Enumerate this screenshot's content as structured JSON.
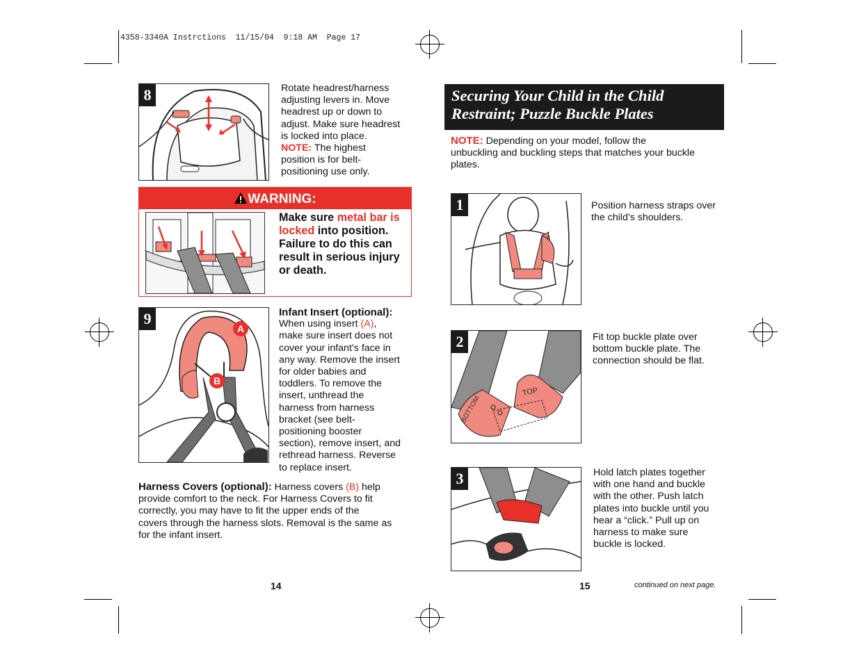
{
  "slug": "4358-3340A Instrctions  11/15/04  9:18 AM  Page 17",
  "left_page": {
    "step8": {
      "number": "8",
      "text_lines": [
        "Rotate headrest/harness",
        "adjusting levers in.  Move",
        "headrest up or down to",
        "adjust. Make sure headrest",
        "is locked into place."
      ],
      "note_label": "NOTE:",
      "note_lines": [
        " The highest",
        "position is for belt-",
        "positioning use only."
      ]
    },
    "warning": {
      "title": "WARNING:",
      "text_a": "Make sure ",
      "text_red": "metal bar is locked",
      "text_b": " into position.  Failure to do this can result in serious injury or death."
    },
    "step9": {
      "number": "9",
      "label_a": "A",
      "label_b": "B",
      "heading": "Infant Insert (optional):",
      "line1_a": "When using insert ",
      "line1_red": "(A)",
      "line1_b": ",",
      "lines": [
        "make sure insert does not",
        "cover your infant’s face in",
        "any way. Remove the insert",
        "for older babies and",
        "toddlers. To remove the",
        "insert, unthread the",
        "harness from harness",
        "bracket (see belt-",
        "positioning booster",
        "section), remove insert, and",
        "rethread harness. Reverse",
        "to replace insert."
      ]
    },
    "harness_covers": {
      "heading": "Harness Covers (optional):",
      "text_a": " Harness covers ",
      "text_red": "(B)",
      "text_b": " help",
      "lines": [
        "provide comfort to the neck. For Harness Covers to fit",
        "correctly, you may have to fit the upper ends of the",
        "covers through the harness slots. Removal is the same as",
        "for the infant insert."
      ]
    },
    "page_number": "14"
  },
  "right_page": {
    "title_line1": "Securing Your Child in the Child",
    "title_line2": "Restraint; Puzzle Buckle Plates",
    "note_label": "NOTE:",
    "note_line1": "  Depending on your model, follow the",
    "note_lines": [
      "unbuckling and buckling steps that matches your buckle",
      "plates."
    ],
    "step1": {
      "number": "1",
      "lines": [
        "Position harness straps over",
        "the child’s shoulders."
      ]
    },
    "step2": {
      "number": "2",
      "label_top": "TOP",
      "label_bottom": "BOTTOM",
      "lines": [
        "Fit top buckle plate over",
        "bottom buckle plate.  The",
        "connection should be flat."
      ]
    },
    "step3": {
      "number": "3",
      "lines": [
        "Hold latch plates together",
        "with one hand and buckle",
        "with the other. Push latch",
        "plates into buckle until you",
        "hear a “click.” Pull up on",
        "harness to make sure",
        "buckle is locked."
      ]
    },
    "page_number": "15",
    "continued": "continued on next page."
  },
  "colors": {
    "accent_red": "#e8302b",
    "dark": "#1b1b1b",
    "harness_gray": "#8e8e8e",
    "salmon": "#f08a7f"
  }
}
